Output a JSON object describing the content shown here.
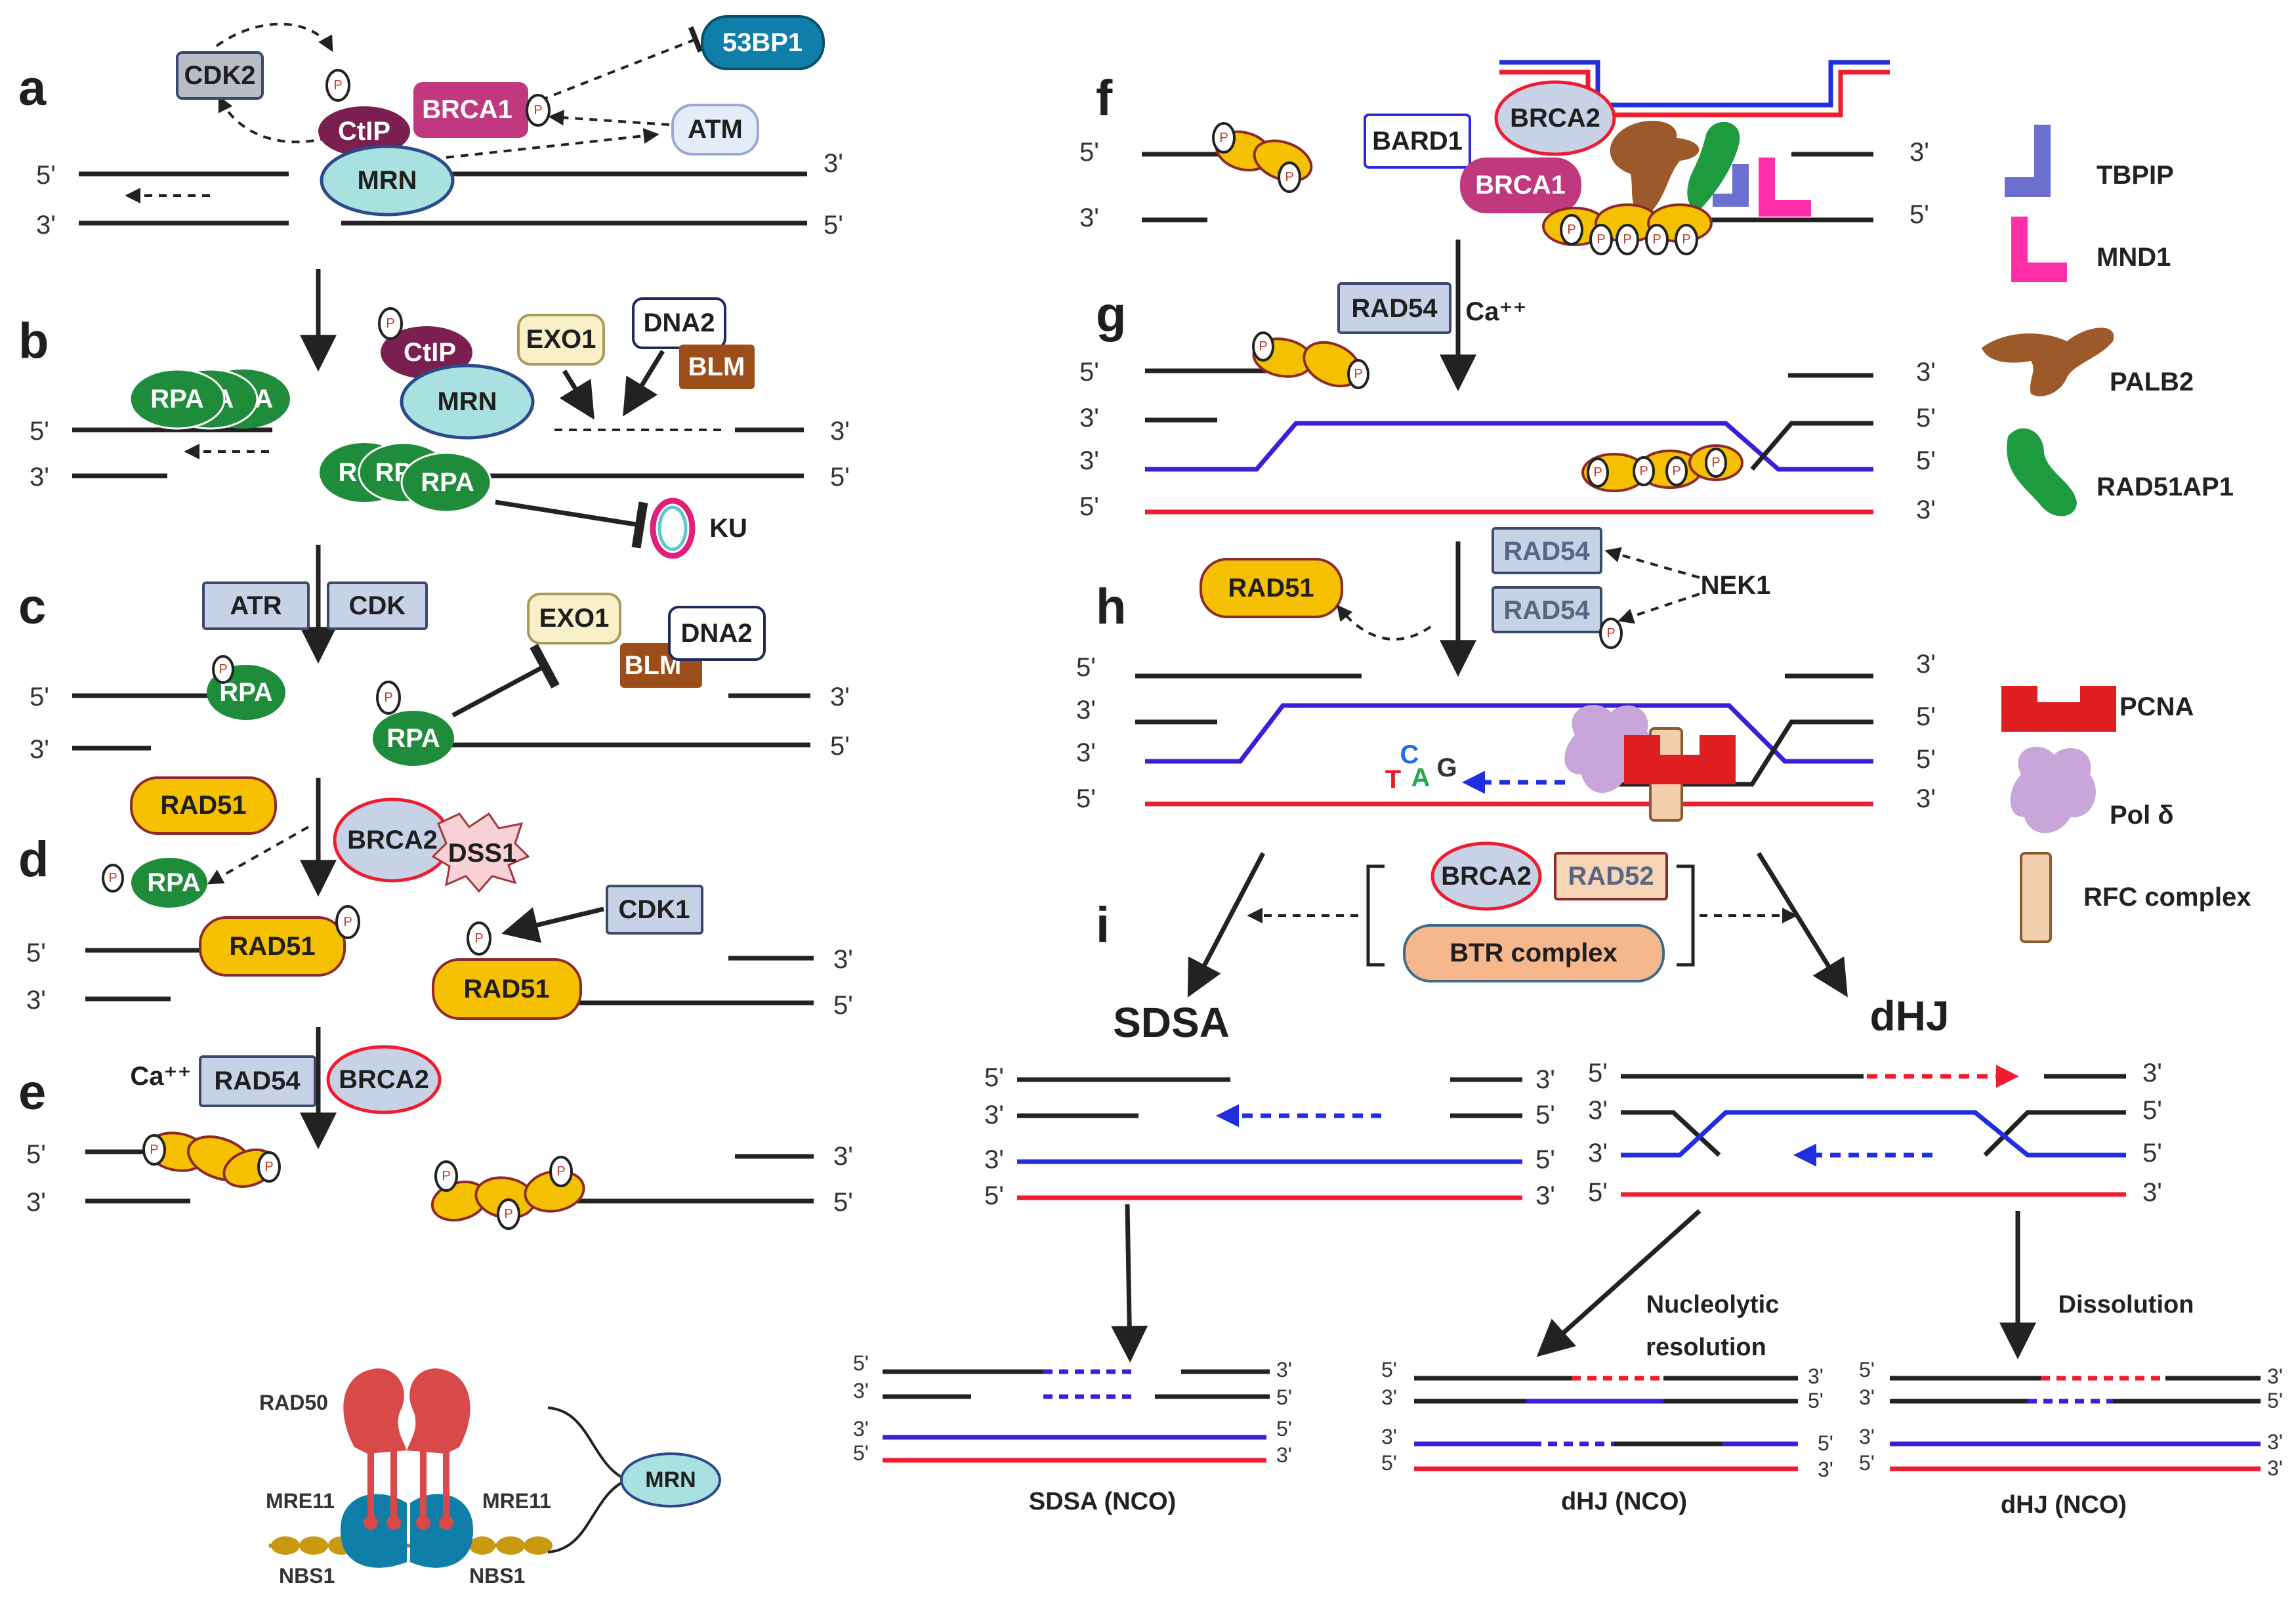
{
  "panels": [
    "a",
    "b",
    "c",
    "d",
    "e",
    "f",
    "g",
    "h",
    "i"
  ],
  "ends": {
    "five": "5'",
    "three": "3'"
  },
  "proteins": {
    "cdk2": "CDK2",
    "bp53": "53BP1",
    "ctip": "CtIP",
    "brca1": "BRCA1",
    "atm": "ATM",
    "mrn": "MRN",
    "rpa": "RPA",
    "exo1": "EXO1",
    "dna2": "DNA2",
    "blm": "BLM",
    "ku": "KU",
    "atr": "ATR",
    "cdk": "CDK",
    "rad51": "RAD51",
    "brca2": "BRCA2",
    "dss1": "DSS1",
    "cdk1": "CDK1",
    "rad54": "RAD54",
    "ca": "Ca⁺⁺",
    "bard1": "BARD1",
    "nek1": "NEK1",
    "rad52": "RAD52",
    "btr": "BTR complex",
    "p": "P",
    "rpa_partial_1": "PA",
    "rpa_partial_2": "RP/",
    "rpa_partial_3": "R",
    "blm_partial": "BLM"
  },
  "nucleotides": {
    "t": "T",
    "c": "C",
    "a": "A",
    "g": "G"
  },
  "legend": {
    "tbpip": "TBPIP",
    "mnd1": "MND1",
    "palb2": "PALB2",
    "rad51ap1": "RAD51AP1",
    "pcna": "PCNA",
    "pold": "Pol δ",
    "rfc": "RFC complex"
  },
  "pathways": {
    "sdsa": "SDSA",
    "dhj": "dHJ"
  },
  "outcomes": {
    "nucleolytic": "Nucleolytic",
    "resolution": "resolution",
    "dissolution": "Dissolution",
    "sdsa_nco": "SDSA (NCO)",
    "dhj_nco_1": "dHJ (NCO)",
    "dhj_nco_2": "dHJ (NCO)"
  },
  "mrn_complex": {
    "rad50": "RAD50",
    "mre11_left": "MRE11",
    "mre11_right": "MRE11",
    "nbs1_left": "NBS1",
    "nbs1_right": "NBS1",
    "mrn": "MRN"
  },
  "colors": {
    "dna": "#222222",
    "invading_strand": "#3a1fd8",
    "template_strand": "#ee1c2e",
    "grey_box": "#c8d2e6",
    "rad51": "#f5c000",
    "rpa": "#1e8c3a",
    "mrn": "#a9e0e0",
    "brca1": "#c0397f",
    "ctip": "#7a1f4f",
    "bp53": "#0f7ea8",
    "pcna": "#e02020",
    "pold": "#c9a6da",
    "rfc": "#f3cfae",
    "palb2": "#9c5a2a",
    "rad51ap1": "#1f9b3f",
    "tbpip": "#6b6fd0",
    "mnd1": "#ff2fa8",
    "btr": "#f7b78d"
  }
}
